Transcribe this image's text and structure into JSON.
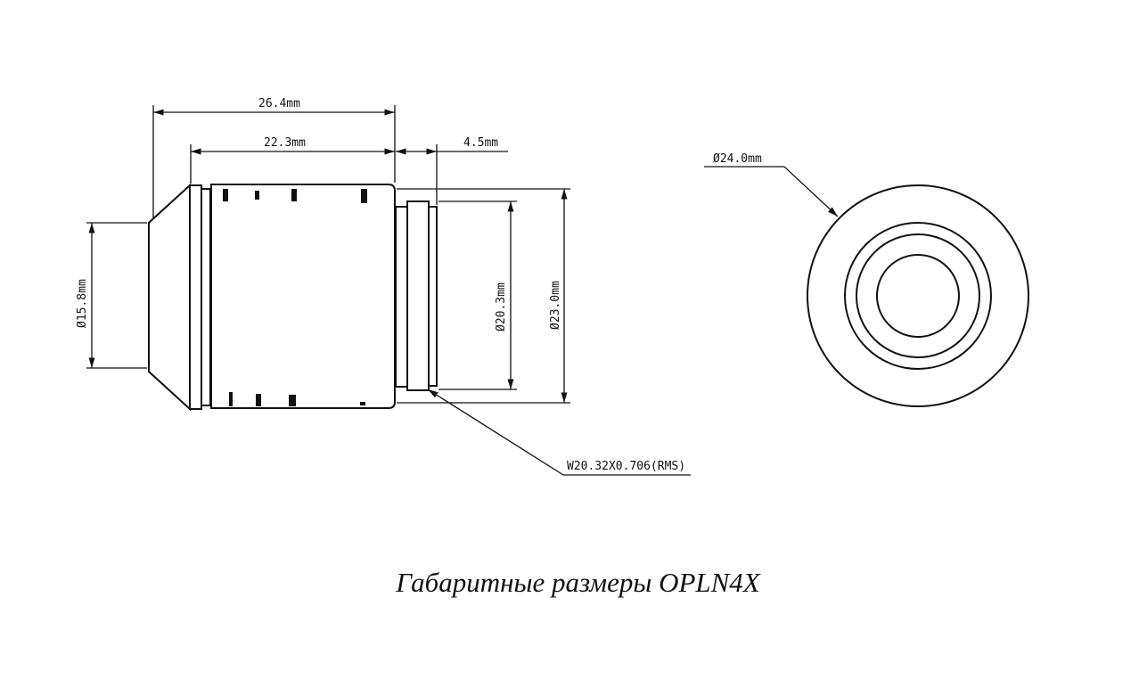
{
  "dimensions": {
    "overall_length": "26.4mm",
    "body_length": "22.3mm",
    "thread_length": "4.5mm",
    "front_diameter": "Ø15.8mm",
    "thread_diameter": "Ø20.3mm",
    "body_diameter": "Ø23.0mm",
    "outer_diameter": "Ø24.0mm",
    "thread_spec": "W20.32X0.706(RMS)"
  },
  "caption": "Габаритные размеры OPLN4X",
  "colors": {
    "line": "#111111",
    "background": "#ffffff"
  }
}
